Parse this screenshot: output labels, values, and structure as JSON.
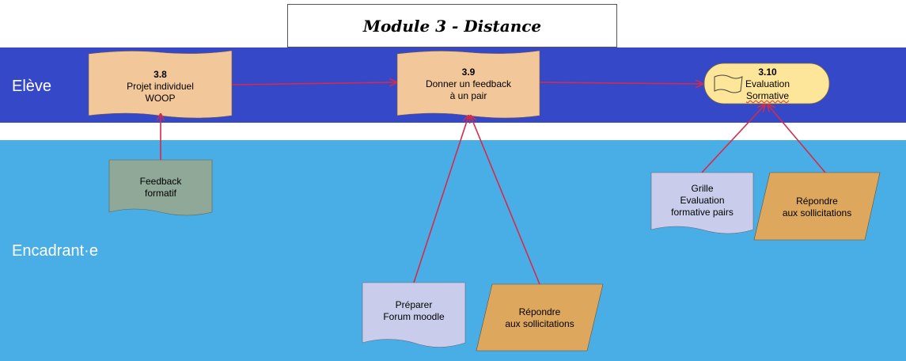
{
  "title": "Module 3 - Distance",
  "lanes": {
    "eleve": "Elève",
    "encadrant": "Encadrant·e"
  },
  "nodes": {
    "n38": {
      "number": "3.8",
      "line1": "Projet individuel",
      "line2": "WOOP"
    },
    "n39": {
      "number": "3.9",
      "line1": "Donner un feedback",
      "line2": "à un pair"
    },
    "n310": {
      "number": "3.10",
      "line1": "Evaluation",
      "line2": "Sormative"
    },
    "feedback": {
      "line1": "Feedback",
      "line2": "formatif"
    },
    "preparer": {
      "line1": "Préparer",
      "line2": "Forum moodle"
    },
    "repondre1": {
      "line1": "Répondre",
      "line2": "aux sollicitations"
    },
    "grille": {
      "line1": "Grille",
      "line2": "Evaluation",
      "line3": "formative pairs"
    },
    "repondre2": {
      "line1": "Répondre",
      "line2": "aux sollicitations"
    }
  },
  "colors": {
    "eleve_lane": "#3548c8",
    "encadrant_lane": "#4aaee6",
    "task": "#f2c79a",
    "evaluation": "#fde59a",
    "feedback_doc": "#8fa898",
    "document": "#c9cdeb",
    "action": "#dda75e",
    "arrow": "#d62a4a"
  }
}
